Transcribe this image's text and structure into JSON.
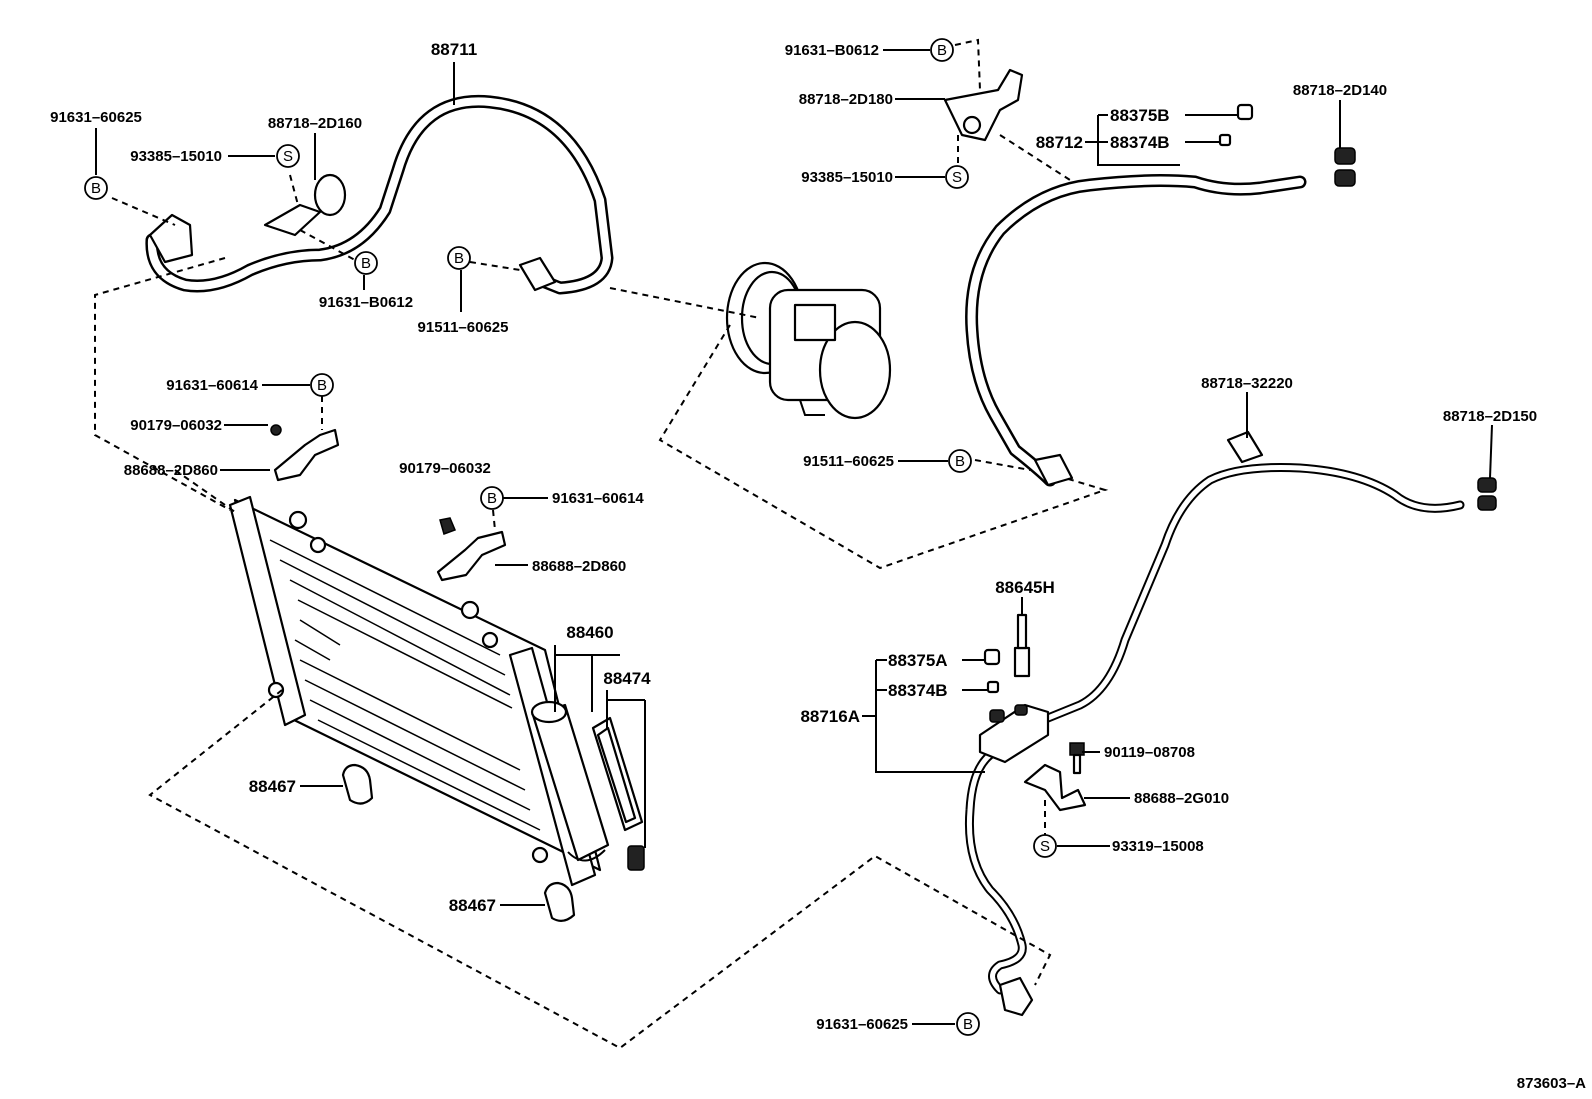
{
  "labels": {
    "l_88711": "88711",
    "l_91631_60625_tl": "91631–60625",
    "l_88718_2D160": "88718–2D160",
    "l_93385_15010_l": "93385–15010",
    "l_91631_B0612_l": "91631–B0612",
    "l_91511_60625_l": "91511–60625",
    "l_91631_60614_l": "91631–60614",
    "l_90179_06032_l": "90179–06032",
    "l_88688_2D860_l": "88688–2D860",
    "l_90179_06032_m": "90179–06032",
    "l_91631_60614_m": "91631–60614",
    "l_88688_2D860_m": "88688–2D860",
    "l_88460": "88460",
    "l_88474": "88474",
    "l_88467_a": "88467",
    "l_88467_b": "88467",
    "l_91631_B0612_r": "91631–B0612",
    "l_88718_2D180": "88718–2D180",
    "l_93385_15010_r": "93385–15010",
    "l_88712": "88712",
    "l_88375B": "88375B",
    "l_88374B_t": "88374B",
    "l_88718_2D140": "88718–2D140",
    "l_91511_60625_r": "91511–60625",
    "l_88718_32220": "88718–32220",
    "l_88718_2D150": "88718–2D150",
    "l_88645H": "88645H",
    "l_88375A": "88375A",
    "l_88374B_b": "88374B",
    "l_88716A": "88716A",
    "l_90119_08708": "90119–08708",
    "l_88688_2G010": "88688–2G010",
    "l_93319_15008": "93319–15008",
    "l_91631_60625_b": "91631–60625",
    "l_ref": "873603–A"
  },
  "symbols": {
    "b": "B",
    "s": "S"
  }
}
